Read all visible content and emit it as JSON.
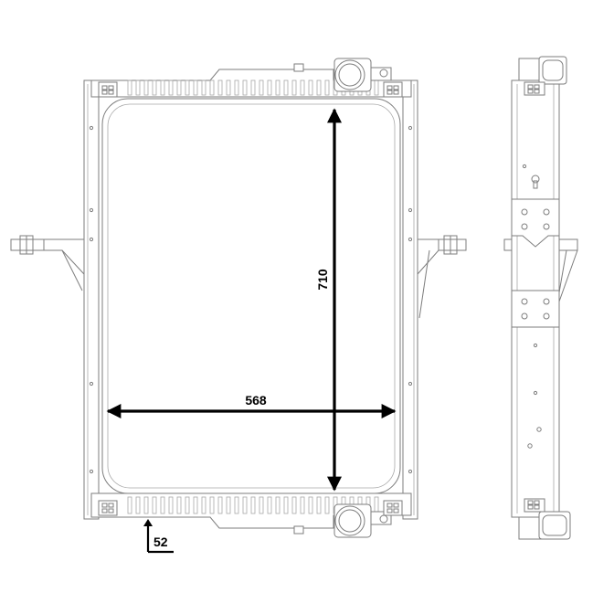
{
  "dimensions": {
    "width": "568",
    "height": "710",
    "depth": "52"
  },
  "colors": {
    "line": "#7d7d7d",
    "dimension": "#000000",
    "background": "#ffffff"
  }
}
